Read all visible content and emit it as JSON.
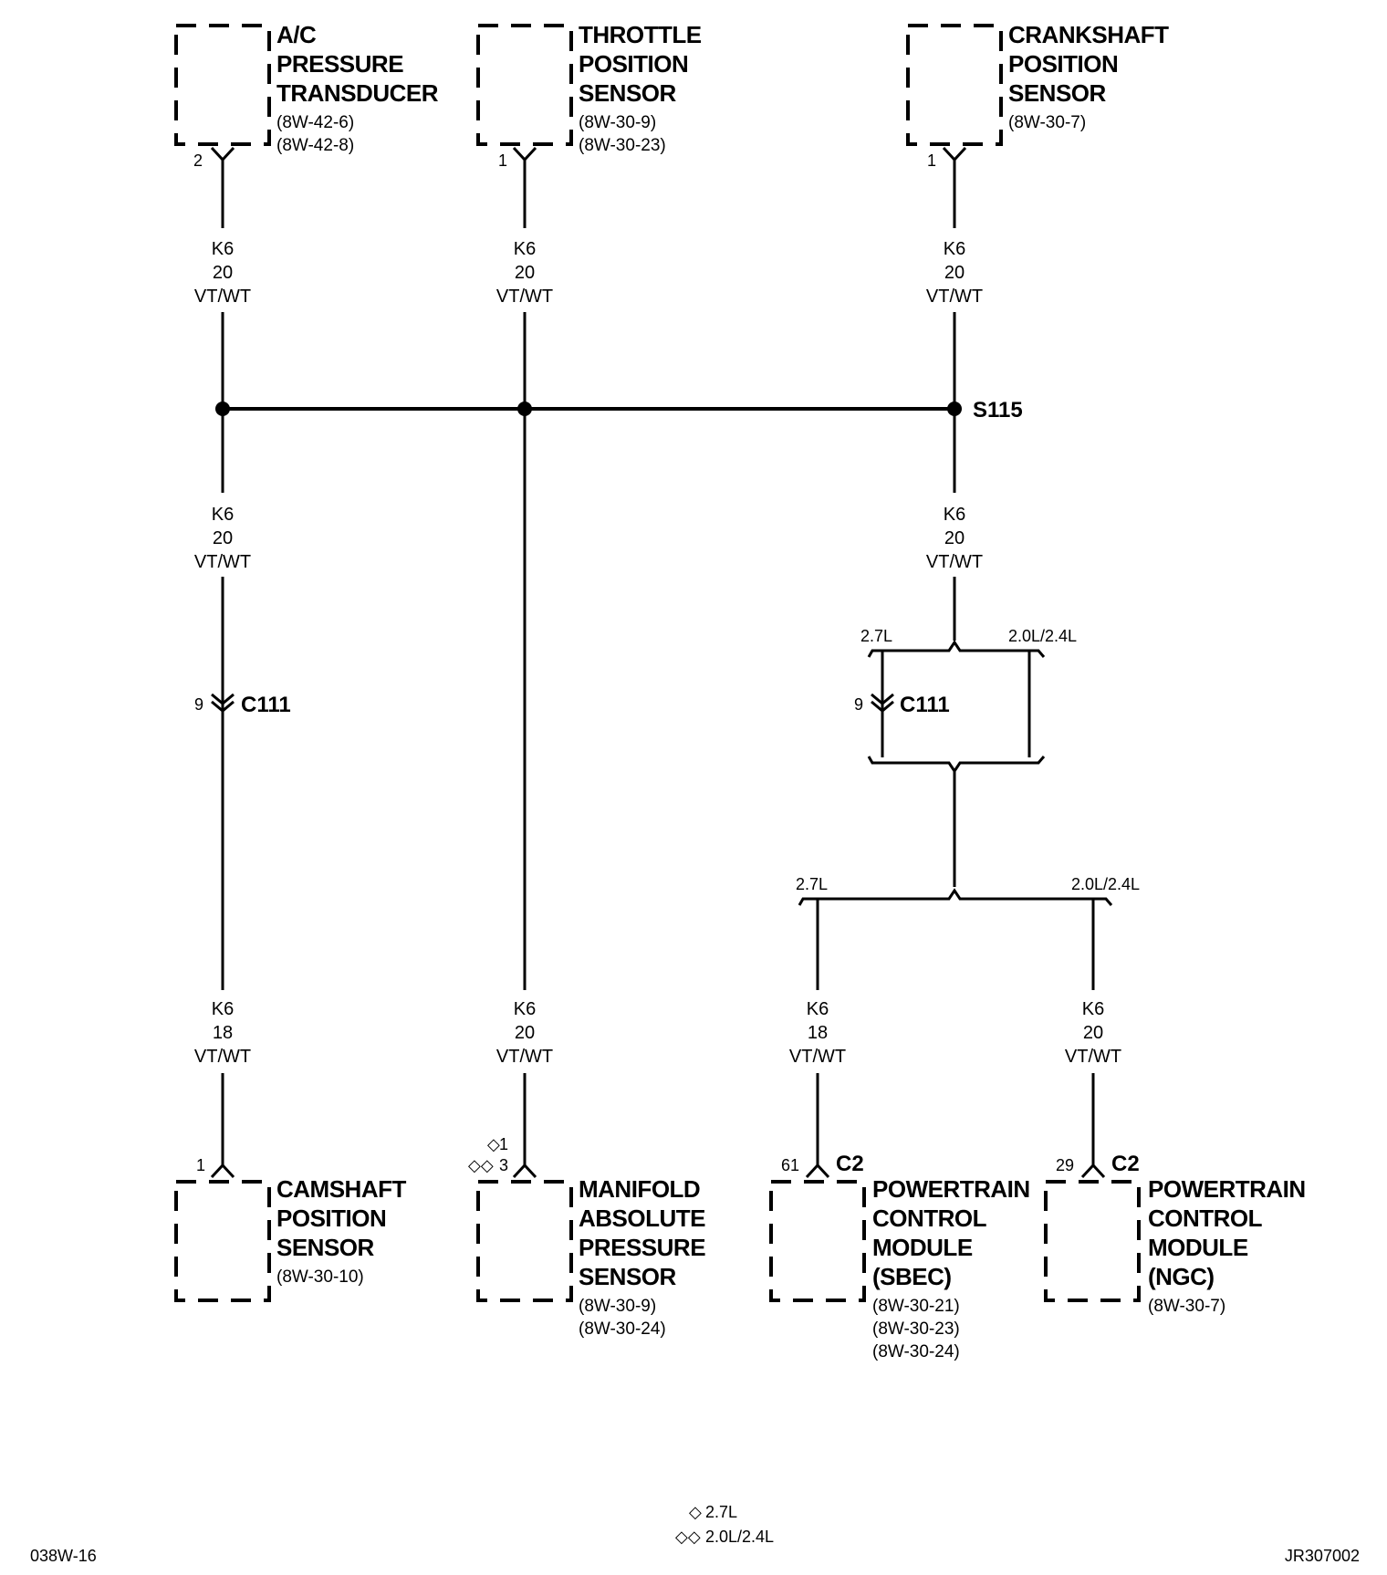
{
  "components": {
    "ac_pressure_transducer": {
      "name": [
        "A/C",
        "PRESSURE",
        "TRANSDUCER"
      ],
      "refs": [
        "(8W-42-6)",
        "(8W-42-8)"
      ],
      "pin": "2"
    },
    "throttle_position_sensor": {
      "name": [
        "THROTTLE",
        "POSITION",
        "SENSOR"
      ],
      "refs": [
        "(8W-30-9)",
        "(8W-30-23)"
      ],
      "pin": "1"
    },
    "crankshaft_position_sensor": {
      "name": [
        "CRANKSHAFT",
        "POSITION",
        "SENSOR"
      ],
      "refs": [
        "(8W-30-7)"
      ],
      "pin": "1"
    },
    "camshaft_position_sensor": {
      "name": [
        "CAMSHAFT",
        "POSITION",
        "SENSOR"
      ],
      "refs": [
        "(8W-30-10)"
      ],
      "pin": "1"
    },
    "map_sensor": {
      "name": [
        "MANIFOLD",
        "ABSOLUTE",
        "PRESSURE",
        "SENSOR"
      ],
      "refs": [
        "(8W-30-9)",
        "(8W-30-24)"
      ],
      "pin_27": "1",
      "pin_20": "3"
    },
    "pcm_sbec": {
      "name": [
        "POWERTRAIN",
        "CONTROL",
        "MODULE",
        "(SBEC)"
      ],
      "refs": [
        "(8W-30-21)",
        "(8W-30-23)",
        "(8W-30-24)"
      ],
      "pin": "61",
      "connector": "C2"
    },
    "pcm_ngc": {
      "name": [
        "POWERTRAIN",
        "CONTROL",
        "MODULE",
        "(NGC)"
      ],
      "refs": [
        "(8W-30-7)"
      ],
      "pin": "29",
      "connector": "C2"
    }
  },
  "wires": {
    "ac_top": [
      "K6",
      "20",
      "VT/WT"
    ],
    "tps_top": [
      "K6",
      "20",
      "VT/WT"
    ],
    "ckp_top": [
      "K6",
      "20",
      "VT/WT"
    ],
    "left_mid": [
      "K6",
      "20",
      "VT/WT"
    ],
    "right_mid": [
      "K6",
      "20",
      "VT/WT"
    ],
    "cmp_bottom": [
      "K6",
      "18",
      "VT/WT"
    ],
    "map_bottom": [
      "K6",
      "20",
      "VT/WT"
    ],
    "sbec_bottom": [
      "K6",
      "18",
      "VT/WT"
    ],
    "ngc_bottom": [
      "K6",
      "20",
      "VT/WT"
    ]
  },
  "splice": "S115",
  "c111": {
    "label": "C111",
    "pin": "9"
  },
  "variants": {
    "v27": "2.7L",
    "v20": "2.0L/2.4L"
  },
  "legend": {
    "single_diamond": "2.7L",
    "double_diamond": "2.0L/2.4L"
  },
  "footer": {
    "left_code": "038W-16",
    "right_code": "JR307002"
  }
}
